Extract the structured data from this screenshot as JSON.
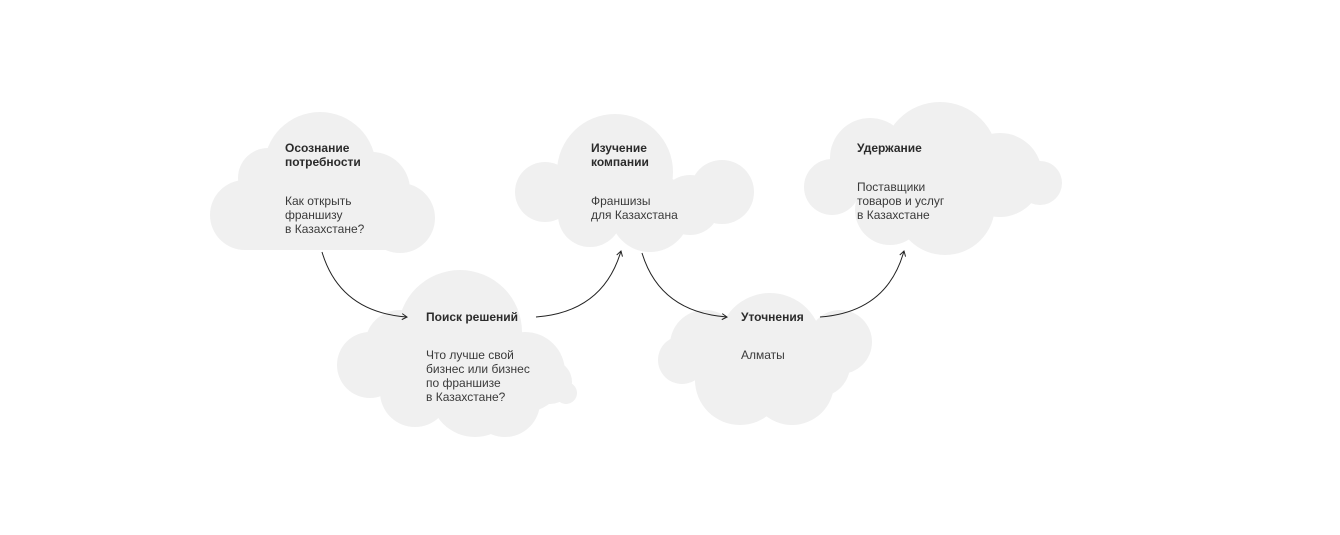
{
  "colors": {
    "cloud": "#f0f0f0",
    "arrow": "#222222"
  },
  "steps": [
    {
      "title": "Осознание\nпотребности",
      "text": "Как открыть\nфраншизу\nв Казахстане?"
    },
    {
      "title": "Поиск решений",
      "text": "Что лучше свой\nбизнес или бизнес\nпо франшизе\nв Казахстане?"
    },
    {
      "title": "Изучение\nкомпании",
      "text": "Франшизы\nдля Казахстана"
    },
    {
      "title": "Уточнения",
      "text": "Алматы"
    },
    {
      "title": "Удержание",
      "text": "Поставщики\nтоваров и услуг\nв Казахстане"
    }
  ]
}
